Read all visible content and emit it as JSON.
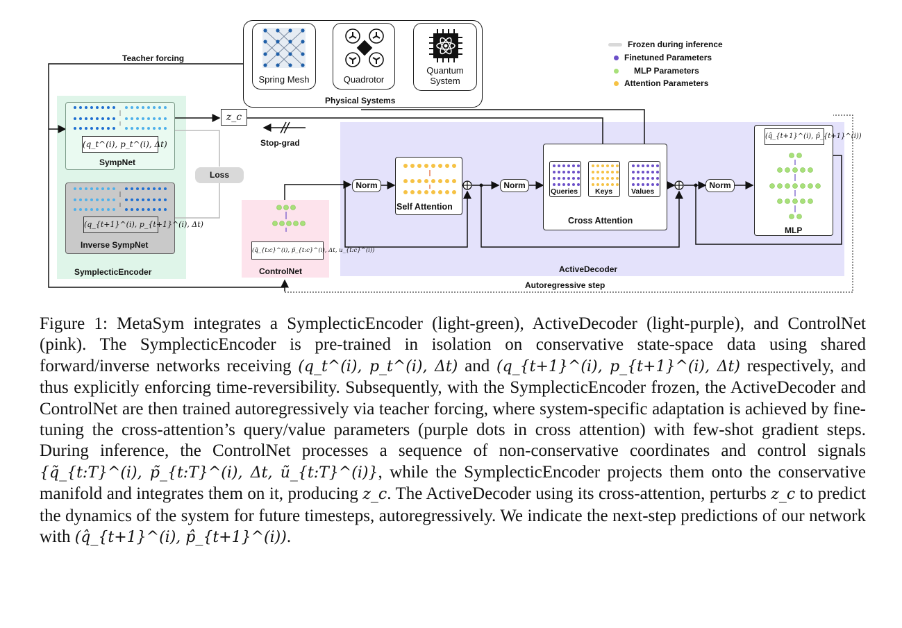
{
  "figure": {
    "teacher_forcing": "Teacher forcing",
    "physical_systems": {
      "title": "Physical Systems",
      "items": [
        "Spring Mesh",
        "Quadrotor",
        "Quantum System"
      ]
    },
    "legend": {
      "frozen": "Frozen during inference",
      "finetuned": "Finetuned Parameters",
      "mlp": "MLP Parameters",
      "attention": "Attention Parameters",
      "colors": {
        "frozen": "#d9d9d9",
        "finetuned": "#6b4fc8",
        "mlp": "#a8e07a",
        "attention": "#f6c244"
      }
    },
    "encoder": {
      "title": "SymplecticEncoder",
      "sympnet": "SympNet",
      "sympnet_input": "(q_t^(i), p_t^(i), Δt)",
      "inverse_sympnet": "Inverse SympNet",
      "inverse_input": "(q_{t+1}^(i), p_{t+1}^(i), Δt)",
      "loss": "Loss",
      "bg_color": "#dff5e9"
    },
    "zc": "z_c",
    "stop_grad": "Stop-grad",
    "controlnet": {
      "title": "ControlNet",
      "input": "(q̃_{t:c}^(i), p̃_{t:c}^(i), Δt, u_{t:c}^(i))",
      "bg_color": "#fde3ec"
    },
    "decoder": {
      "title": "ActiveDecoder",
      "norm": "Norm",
      "self_attention": "Self Attention",
      "cross_attention": "Cross Attention",
      "queries": "Queries",
      "keys": "Keys",
      "values": "Values",
      "mlp": "MLP",
      "mlp_output": "(q̂_{t+1}^(i), p̂_{t+1}^(i))",
      "bg_color": "#e4e2fb"
    },
    "autoregressive_step": "Autoregressive step"
  },
  "caption": {
    "p1": "Figure 1: MetaSym integrates a SymplecticEncoder (light-green), ActiveDecoder (light-purple), and ControlNet (pink). The SymplecticEncoder is pre-trained in isolation on conservative state-space data using shared forward/inverse networks receiving ",
    "m1": "(q_t^(i), p_t^(i), Δt)",
    "p2": " and ",
    "m2": "(q_{t+1}^(i), p_{t+1}^(i), Δt)",
    "p3": " respectively, and thus explicitly enforcing time-reversibility. Subsequently, with the SymplecticEncoder frozen, the ActiveDecoder and ControlNet are then trained autoregressively via teacher forcing, where system-specific adaptation is achieved by fine-tuning the cross-attention’s query/value parameters (purple dots in cross attention) with few-shot gradient steps. During inference, the ControlNet processes a sequence of non-conservative coordinates and control signals ",
    "m3": "{q̃_{t:T}^(i), p̃_{t:T}^(i), Δt, ũ_{t:T}^(i)}",
    "p4": ", while the SymplecticEncoder projects them onto the conservative manifold and integrates them on it, producing ",
    "m4": "z_c",
    "p5": ". The ActiveDecoder using its cross-attention, perturbs ",
    "m5": "z_c",
    "p6": " to predict the dynamics of the system for future timesteps, autoregressively. We indicate the next-step predictions of our network with ",
    "m6": "(q̂_{t+1}^(i), p̂_{t+1}^(i))",
    "p7": "."
  }
}
